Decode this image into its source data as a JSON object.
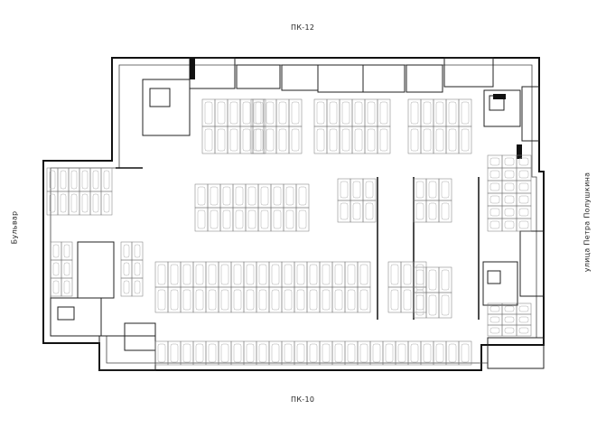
{
  "labels": {
    "top": "ПК-12",
    "bottom": "ПК-10",
    "left": "Бульвар",
    "right": "улица Петра Полушкина"
  }
}
